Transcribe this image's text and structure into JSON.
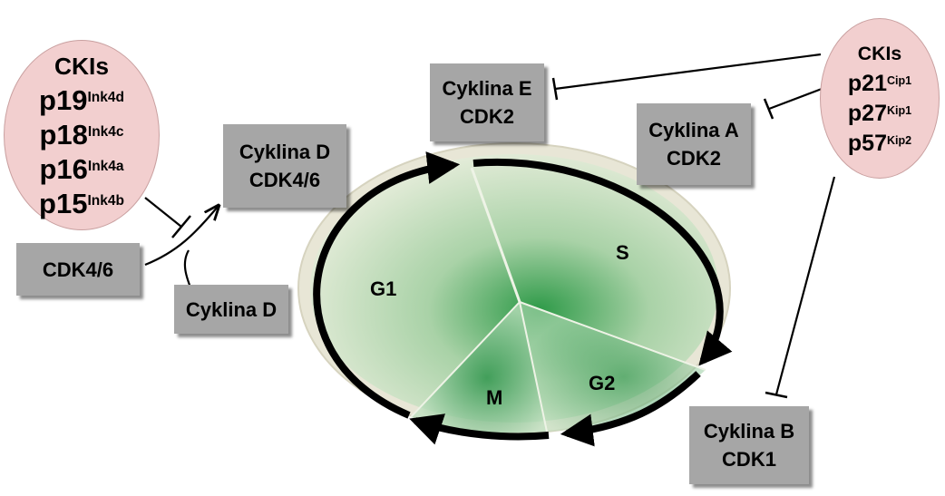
{
  "ckis_left": {
    "title": "CKIs",
    "items": [
      {
        "main": "p19",
        "sup": "Ink4d"
      },
      {
        "main": "p18",
        "sup": "Ink4c"
      },
      {
        "main": "p16",
        "sup": "Ink4a"
      },
      {
        "main": "p15",
        "sup": "Ink4b"
      }
    ]
  },
  "ckis_right": {
    "title": "CKIs",
    "items": [
      {
        "main": "p21",
        "sup": "Cip1"
      },
      {
        "main": "p27",
        "sup": "Kip1"
      },
      {
        "main": "p57",
        "sup": "Kip2"
      }
    ]
  },
  "boxes": {
    "cyclin_d_cdk46": {
      "line1": "Cyklina D",
      "line2": "CDK4/6"
    },
    "cyclin_e_cdk2": {
      "line1": "Cyklina E",
      "line2": "CDK2"
    },
    "cyclin_a_cdk2": {
      "line1": "Cyklina A",
      "line2": "CDK2"
    },
    "cyclin_b_cdk1": {
      "line1": "Cyklina B",
      "line2": "CDK1"
    },
    "cdk46": {
      "line1": "CDK4/6"
    },
    "cyclin_d": {
      "line1": "Cyklina D"
    }
  },
  "phases": {
    "g1": "G1",
    "s": "S",
    "g2": "G2",
    "m": "M"
  },
  "colors": {
    "box_fill": "#a6a6a6",
    "cki_fill": "#f2cfcf",
    "cycle_green": "#2e9a48",
    "arrow": "#000000"
  }
}
